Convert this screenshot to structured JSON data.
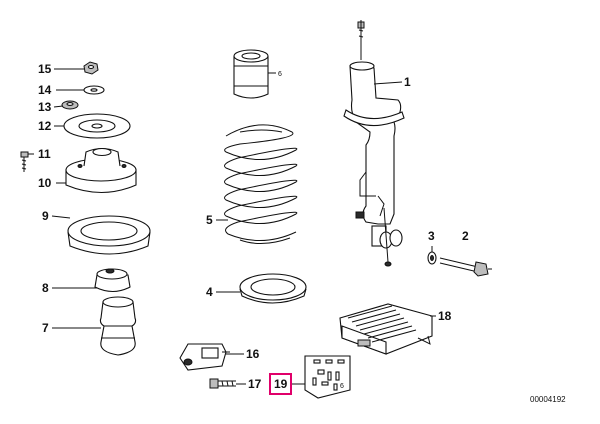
{
  "diagram": {
    "reference_number": "00004192",
    "highlight_color": "#e0006a",
    "callouts": [
      {
        "num": "1",
        "part": "shock-absorber-strut"
      },
      {
        "num": "2",
        "part": "bolt"
      },
      {
        "num": "3",
        "part": "washer"
      },
      {
        "num": "4",
        "part": "lower-spring-pad"
      },
      {
        "num": "5",
        "part": "coil-spring"
      },
      {
        "num": "6",
        "part": "protective-boot"
      },
      {
        "num": "7",
        "part": "bump-stop"
      },
      {
        "num": "8",
        "part": "stop-buffer"
      },
      {
        "num": "9",
        "part": "upper-spring-pad"
      },
      {
        "num": "10",
        "part": "strut-mount"
      },
      {
        "num": "11",
        "part": "mount-bolt"
      },
      {
        "num": "12",
        "part": "support-plate"
      },
      {
        "num": "13",
        "part": "locknut"
      },
      {
        "num": "14",
        "part": "washer-small"
      },
      {
        "num": "15",
        "part": "hex-nut"
      },
      {
        "num": "16",
        "part": "sensor"
      },
      {
        "num": "17",
        "part": "sensor-bolt"
      },
      {
        "num": "18",
        "part": "control-unit"
      },
      {
        "num": "19",
        "part": "relay"
      }
    ]
  }
}
